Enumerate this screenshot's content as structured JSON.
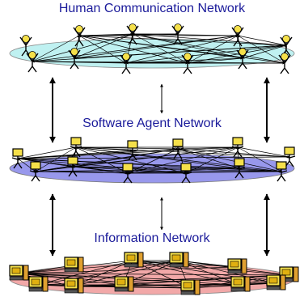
{
  "layers": [
    {
      "label": "Human Communication Network",
      "fill": "#bff1f1",
      "node": "person"
    },
    {
      "label": "Software Agent Network",
      "fill": "#9898ec",
      "node": "agent"
    },
    {
      "label": "Information Network",
      "fill": "#f2a8a8",
      "node": "computer"
    }
  ],
  "colors": {
    "title": "#1a1a9a",
    "node": "#f5e04a",
    "line": "#000000"
  }
}
